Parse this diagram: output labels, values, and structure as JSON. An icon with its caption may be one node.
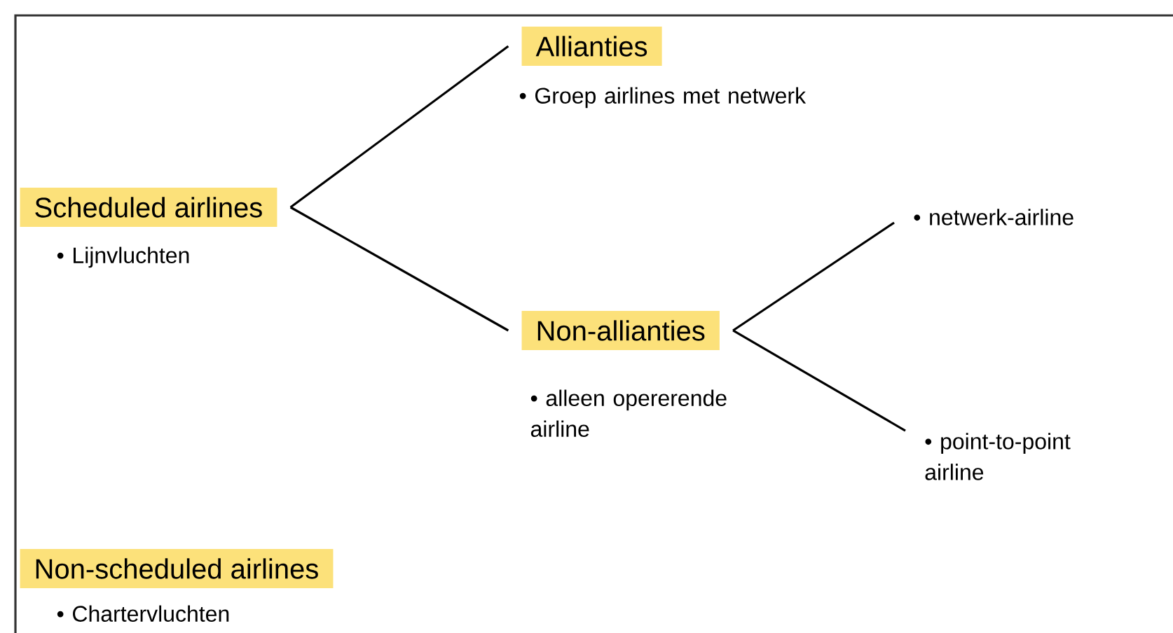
{
  "diagram": {
    "nodes": [
      {
        "text": [
          "Scheduled airlines"
        ],
        "beside": [
          "• Lijnvluchten"
        ]
      },
      {
        "text": [
          "Allianties"
        ],
        "beside": [
          "• Groep airlines met netwerk"
        ]
      },
      {
        "text": [
          "Non-allianties"
        ],
        "beside": [
          "• alleen opererende airline"
        ]
      },
      {
        "text": [
          "• netwerk-airline"
        ]
      },
      {
        "text": [
          "• point-to-point airline"
        ]
      },
      {
        "text": [
          "Non-scheduled airlines"
        ],
        "beside": [
          "• Chartervluchten"
        ]
      }
    ],
    "edges": [
      {
        "from": 0,
        "to": 1,
        "arrow": "none"
      },
      {
        "from": 0,
        "to": 2,
        "arrow": "none"
      },
      {
        "from": 2,
        "to": 3,
        "arrow": "none"
      },
      {
        "from": 2,
        "to": 4,
        "arrow": "none"
      }
    ]
  }
}
